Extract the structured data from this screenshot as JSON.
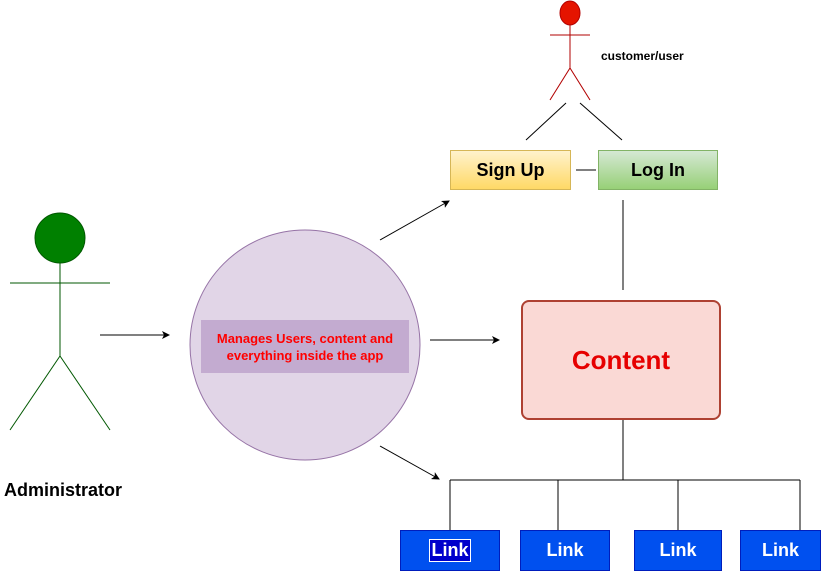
{
  "actors": {
    "administrator": {
      "label": "Administrator",
      "color": "#008000"
    },
    "customer": {
      "label": "customer/user",
      "color": "#e51400"
    }
  },
  "nodes": {
    "manages": "Manages Users, content and everything inside the app",
    "signup": "Sign Up",
    "login": "Log In",
    "content": "Content",
    "links": [
      "Link",
      "Link",
      "Link",
      "Link"
    ]
  },
  "colors": {
    "circle_fill": "#e1d5e7",
    "circle_stroke": "#9673a6",
    "signup_fill": "#ffd966",
    "login_fill": "#97d077",
    "content_fill": "#fad9d5",
    "content_text": "#e60000",
    "link_fill": "#0050ef"
  }
}
